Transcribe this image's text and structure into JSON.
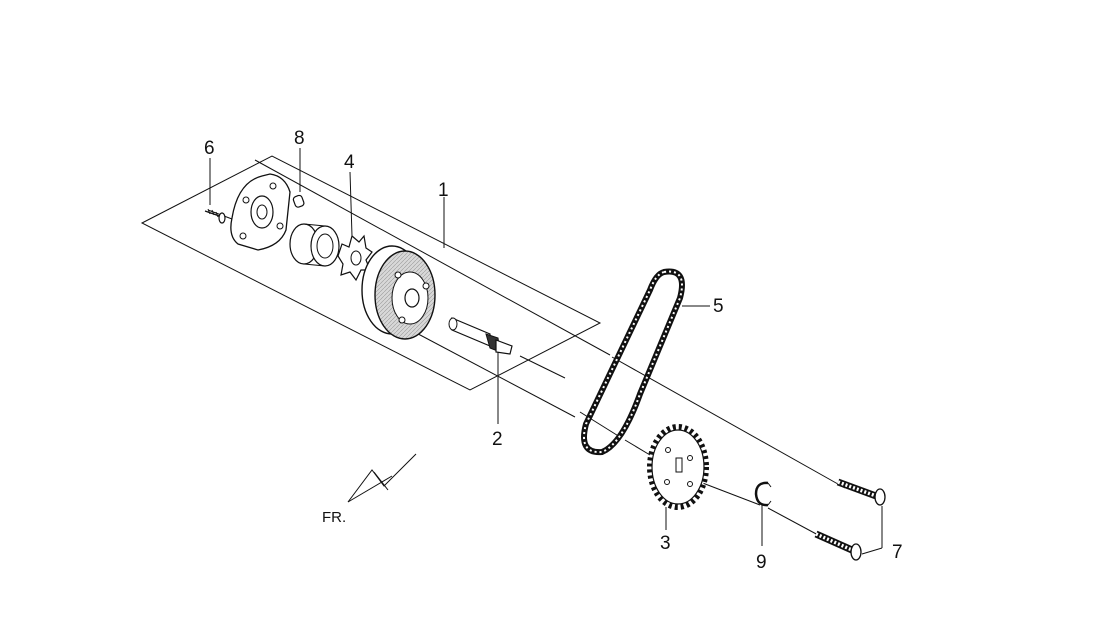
{
  "callouts": {
    "c1": "1",
    "c2": "2",
    "c3": "3",
    "c4": "4",
    "c5": "5",
    "c6": "6",
    "c7": "7",
    "c8": "8",
    "c9": "9"
  },
  "direction_marker": "FR."
}
